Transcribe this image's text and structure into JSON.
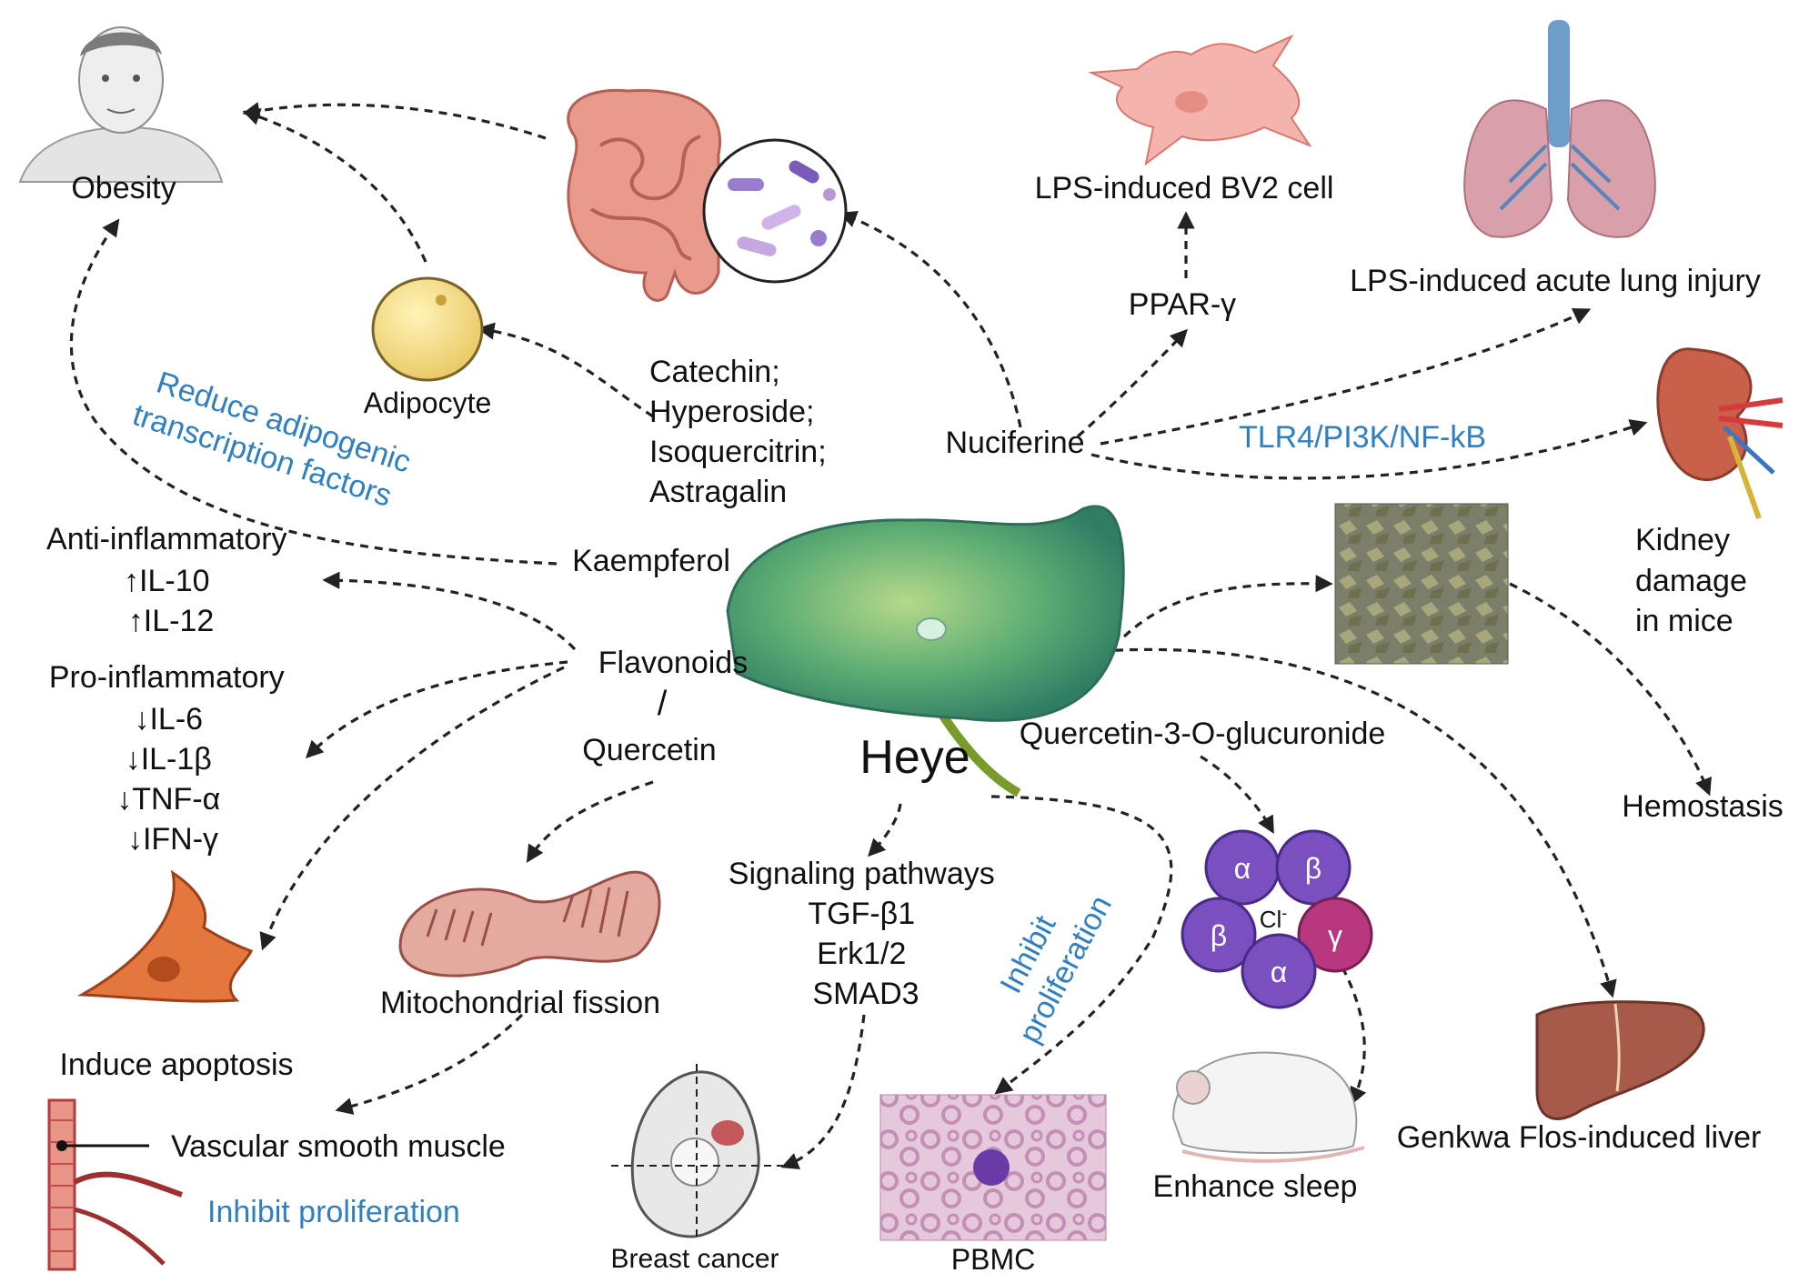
{
  "center": {
    "label": "Heye"
  },
  "compounds": {
    "kaempferol": "Kaempferol",
    "flavonoids": "Flavonoids",
    "slash": "/",
    "quercetin": "Quercetin",
    "nuciferine": "Nuciferine",
    "q3g": "Quercetin-3-O-glucuronide",
    "catechin_group": [
      "Catechin;",
      "Hyperoside;",
      "Isoquercitrin;",
      "Astragalin"
    ]
  },
  "outcomes": {
    "obesity": "Obesity",
    "adipocyte": "Adipocyte",
    "bv2": "LPS-induced BV2 cell",
    "ppar": "PPAR-γ",
    "lung": "LPS-induced acute lung injury",
    "kidney": [
      "Kidney",
      "damage",
      "in mice"
    ],
    "hemostasis": "Hemostasis",
    "liver": "Genkwa Flos-induced liver",
    "sleep": "Enhance sleep",
    "pbmc": "PBMC",
    "breast": "Breast cancer",
    "mito": "Mitochondrial fission",
    "apoptosis": "Induce apoptosis",
    "vsm": "Vascular smooth muscle",
    "vsm_inhibit": "Inhibit proliferation",
    "anti_inflam": [
      "Anti-inflammatory",
      "↑IL-10",
      "↑IL-12"
    ],
    "pro_inflam": [
      "Pro-inflammatory",
      "↓IL-6",
      "↓IL-1β",
      "↓TNF-α",
      "↓IFN-γ"
    ],
    "signaling": [
      "Signaling pathways",
      "TGF-β1",
      "Erk1/2",
      "SMAD3"
    ]
  },
  "annotations": {
    "adipogenic": [
      "Reduce adipogenic",
      "transcription factors"
    ],
    "tlr4": "TLR4/PI3K/NF-kB",
    "inhibit_prolif": [
      "Inhibit",
      "proliferation"
    ]
  },
  "gaba_subunits": [
    "α",
    "β",
    "β",
    "γ",
    "α"
  ],
  "gaba_ion": "Cl",
  "gaba_ion_charge": "-",
  "colors": {
    "annotation_blue": "#2f7fc1",
    "leaf_green": "#3f9a6a",
    "gaba_purple": "#7a4fc0",
    "gaba_magenta": "#b8377f",
    "tissue_pink": "#e8998e",
    "cell_orange": "#e3773d"
  },
  "icons": [
    "obese-person-icon",
    "intestine-icon",
    "bacteria-icon",
    "adipocyte-icon",
    "microglia-icon",
    "lungs-icon",
    "kidney-icon",
    "dried-leaf-icon",
    "lotus-leaf-icon",
    "gaba-receptor-icon",
    "mouse-icon",
    "liver-icon",
    "pbmc-smear-icon",
    "breast-icon",
    "mitochondrion-icon",
    "cell-icon",
    "blood-vessel-icon"
  ]
}
